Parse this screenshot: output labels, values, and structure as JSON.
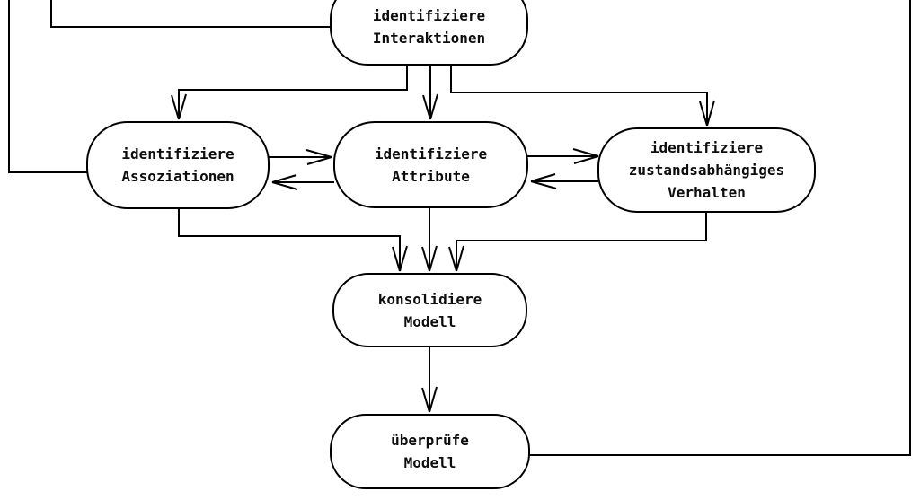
{
  "diagram": {
    "language": "de",
    "colors": {
      "background": "#ffffff",
      "stroke": "#000000",
      "text": "#0d0d0d"
    },
    "nodes": {
      "interaktionen": {
        "lines": [
          "identifiziere",
          "Interaktionen"
        ]
      },
      "assoziationen": {
        "lines": [
          "identifiziere",
          "Assoziationen"
        ]
      },
      "attribute": {
        "lines": [
          "identifiziere",
          "Attribute"
        ]
      },
      "verhalten": {
        "lines": [
          "identifiziere",
          "zustandsabhängiges",
          "Verhalten"
        ]
      },
      "konsolidiere": {
        "lines": [
          "konsolidiere",
          "Modell"
        ]
      },
      "ueberpruefe": {
        "lines": [
          "überprüfe",
          "Modell"
        ]
      }
    },
    "edges": [
      {
        "from": "identifiziere Interaktionen",
        "to": "identifiziere Assoziationen",
        "arrow": true
      },
      {
        "from": "identifiziere Interaktionen",
        "to": "identifiziere Attribute",
        "arrow": true
      },
      {
        "from": "identifiziere Interaktionen",
        "to": "identifiziere zustandsabhängiges Verhalten",
        "arrow": true
      },
      {
        "from": "identifiziere Assoziationen",
        "to": "identifiziere Attribute",
        "arrow": true
      },
      {
        "from": "identifiziere Attribute",
        "to": "identifiziere Assoziationen",
        "arrow": true
      },
      {
        "from": "identifiziere Attribute",
        "to": "identifiziere zustandsabhängiges Verhalten",
        "arrow": true
      },
      {
        "from": "identifiziere zustandsabhängiges Verhalten",
        "to": "identifiziere Attribute",
        "arrow": true
      },
      {
        "from": "identifiziere Assoziationen",
        "to": "konsolidiere Modell",
        "arrow": true
      },
      {
        "from": "identifiziere Attribute",
        "to": "konsolidiere Modell",
        "arrow": true
      },
      {
        "from": "identifiziere zustandsabhängiges Verhalten",
        "to": "konsolidiere Modell",
        "arrow": true
      },
      {
        "from": "konsolidiere Modell",
        "to": "überprüfe Modell",
        "arrow": true
      },
      {
        "from": "überprüfe Modell",
        "to": "offscreen-top-right",
        "arrow": false
      },
      {
        "from": "offscreen-top-left",
        "to": "identifiziere Assoziationen",
        "arrow": false
      },
      {
        "from": "offscreen-top-left",
        "to": "identifiziere Interaktionen",
        "arrow": false
      }
    ]
  }
}
